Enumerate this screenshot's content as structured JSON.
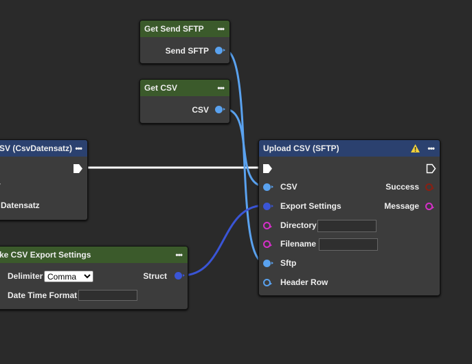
{
  "colors": {
    "float_pin": "#5aa2ef",
    "struct_pin": "#3a55d6",
    "string_pin": "#d62fc9",
    "bool_pin": "#8a1f12",
    "exec": "#ffffff"
  },
  "nodes": {
    "get_send_sftp": {
      "title": "Get Send SFTP",
      "menu": "•••",
      "output": "Send SFTP"
    },
    "get_csv": {
      "title": "Get CSV",
      "menu": "•••",
      "output": "CSV"
    },
    "csv_datensatz": {
      "title": "SV (CsvDatensatz)",
      "menu": "•••",
      "row1": "-",
      "row2": "Datensatz"
    },
    "make_export": {
      "title": "ke CSV Export Settings",
      "menu": "•••",
      "delimiter_label": "Delimiter",
      "delimiter_value": "Comma",
      "datetime_label": "Date Time Format",
      "datetime_value": "",
      "output": "Struct"
    },
    "upload": {
      "title": "Upload CSV (SFTP)",
      "menu": "•••",
      "warning_icon": "warning-icon",
      "inputs": [
        "CSV",
        "Export Settings",
        "Directory",
        "Filename",
        "Sftp",
        "Header Row"
      ],
      "outputs": [
        "Success",
        "Message"
      ],
      "directory_value": "",
      "filename_value": ""
    }
  }
}
